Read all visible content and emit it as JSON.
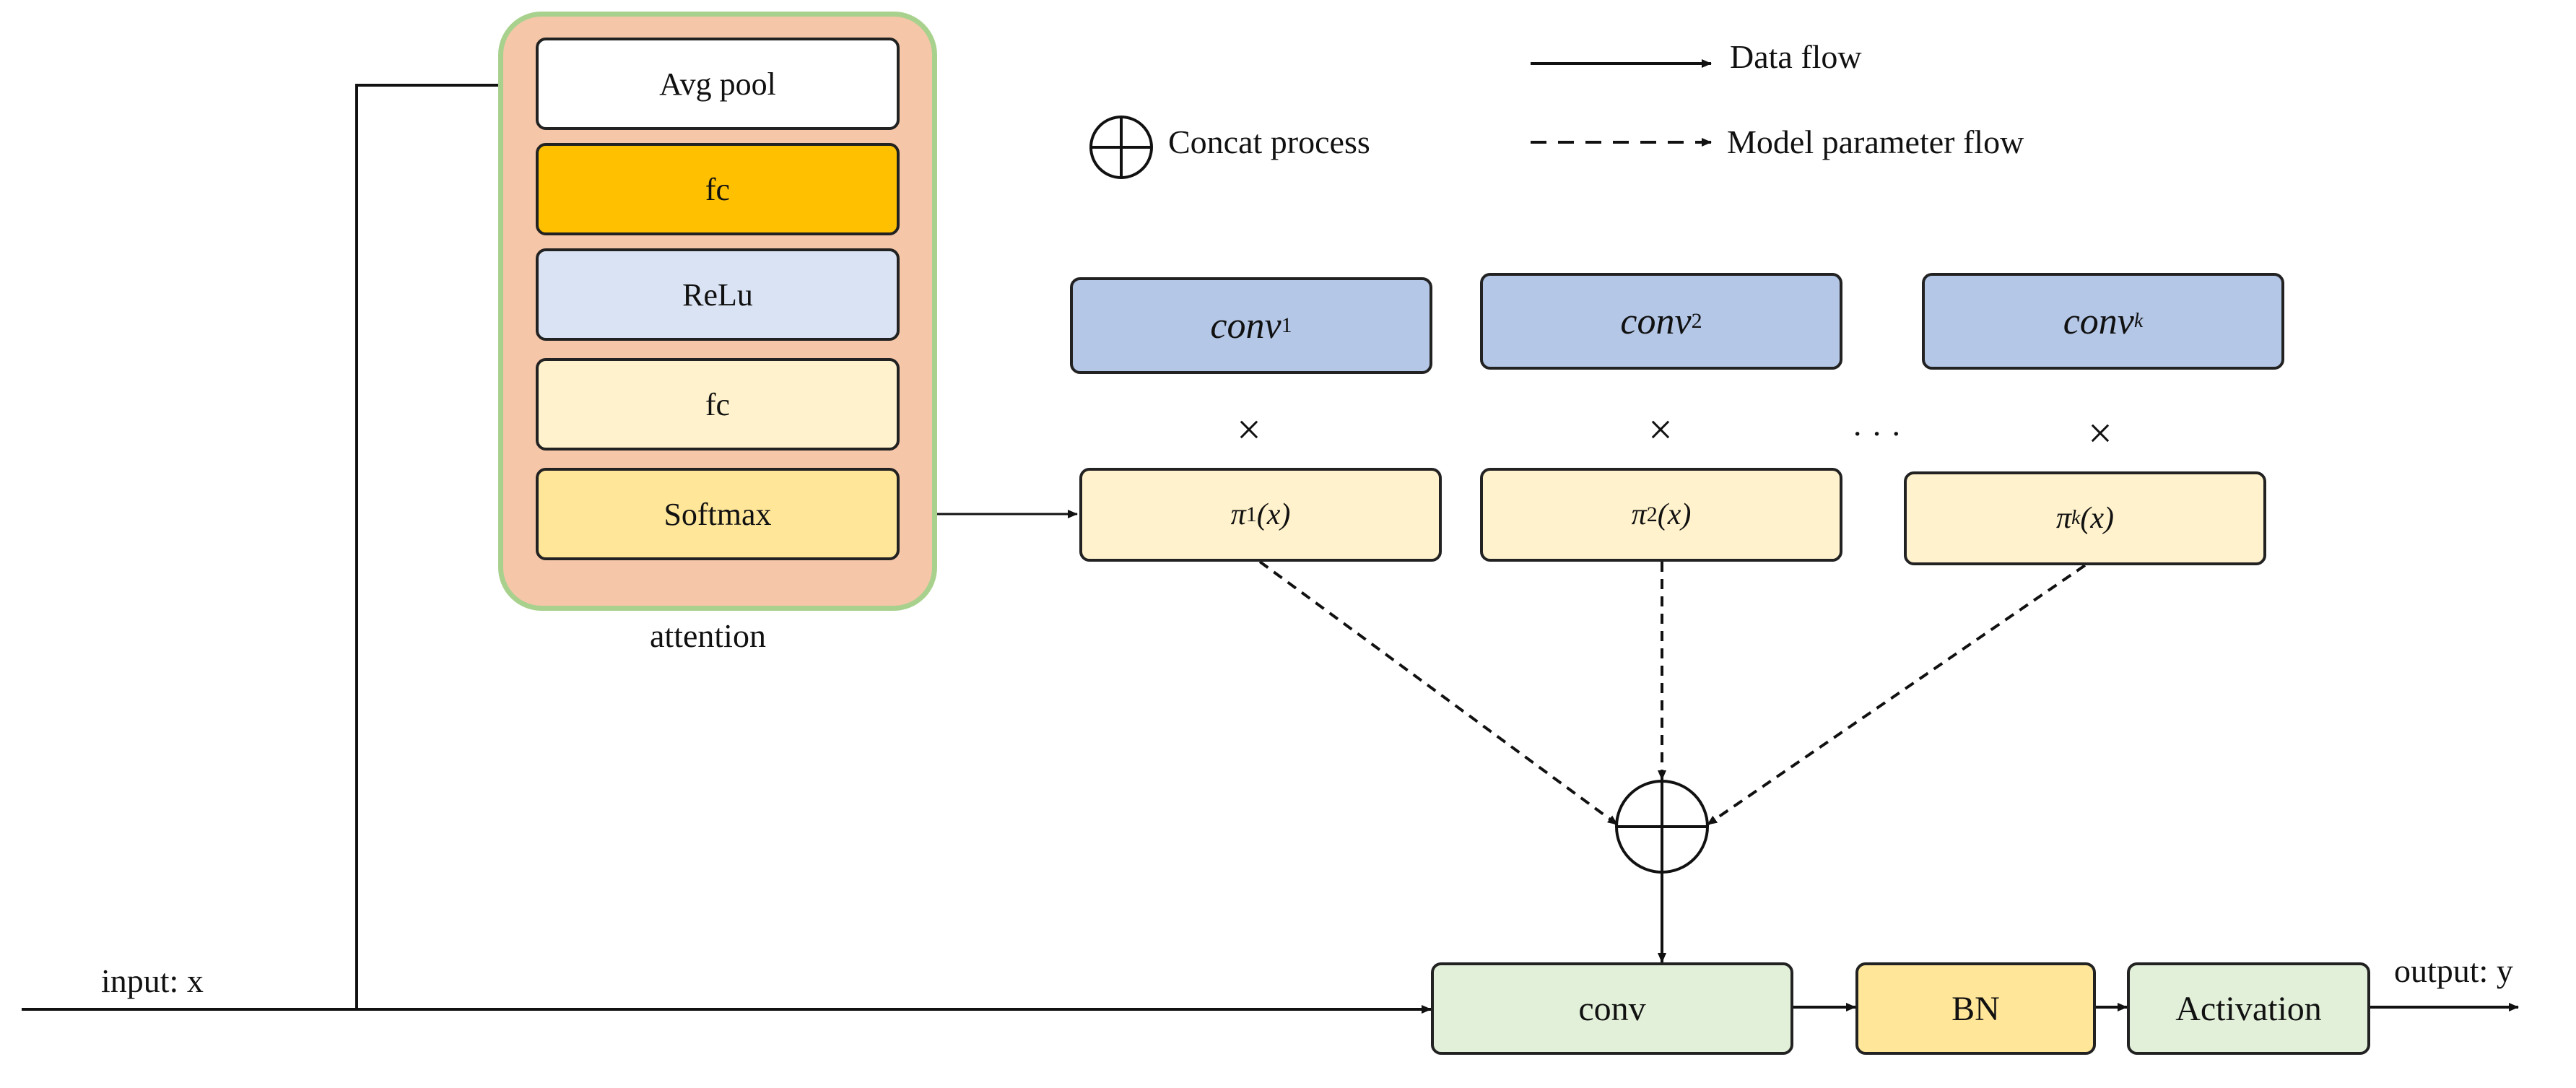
{
  "legend": {
    "data_flow": "Data flow",
    "model_param_flow": "Model parameter flow",
    "concat_process": "Concat process"
  },
  "attention": {
    "label": "attention",
    "layers": [
      "Avg pool",
      "fc",
      "ReLu",
      "fc",
      "Softmax"
    ]
  },
  "kernels": [
    {
      "name": "conv",
      "index": "1",
      "weight_fn": "π",
      "weight_arg": "(x)"
    },
    {
      "name": "conv",
      "index": "2",
      "weight_fn": "π",
      "weight_arg": "(x)"
    },
    {
      "name": "conv",
      "index": "k",
      "weight_fn": "π",
      "weight_arg": "(x)"
    }
  ],
  "multiply_symbol": "×",
  "ellipsis": "· · ·",
  "pipeline": {
    "input": "input:  x",
    "conv": "conv",
    "bn": "BN",
    "activation": "Activation",
    "output": "output:  y"
  },
  "colors": {
    "attention_bg": "#f5c6a8",
    "attention_border": "#a9d18e",
    "avg_pool": "#ffffff",
    "fc1": "#ffc000",
    "relu": "#dae3f3",
    "fc2": "#fff2cc",
    "softmax": "#ffe699",
    "kernel": "#b4c7e7",
    "weight": "#fff2cc",
    "conv": "#e2f0d9",
    "bn": "#ffe699",
    "activation": "#e2f0d9"
  }
}
